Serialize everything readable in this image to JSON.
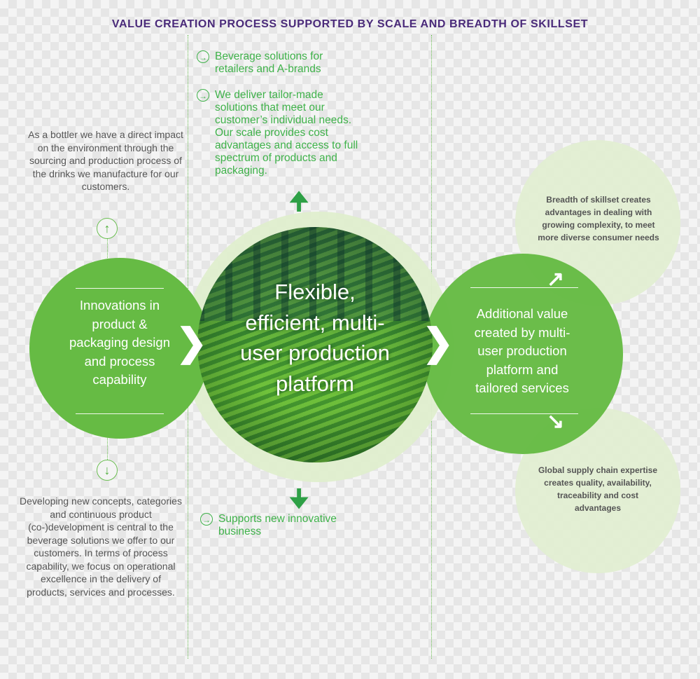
{
  "title": "VALUE CREATION PROCESS SUPPORTED BY SCALE AND BREADTH OF SKILLSET",
  "left": {
    "top_text": "As a bottler we have a direct impact on the environment through the sourcing and production process of the drinks we manufacture for our customers.",
    "circle_text": "Innovations in product & packaging design and process capability",
    "bottom_text": "Developing new concepts, categories and continuous product (co-)development is central to the beverage solutions we offer to our customers. In terms of process capability, we focus on operational excellence in the delivery of products, services and processes."
  },
  "center": {
    "bullet1": "Beverage solutions for retailers and A-brands",
    "bullet2": "We deliver tailor-made solutions that meet our customer’s individual needs. Our scale provides cost advantages and access to full spectrum of products and packaging.",
    "circle_text": "Flexible, efficient, multi-user production platform",
    "bullet3": "Supports new innovative business"
  },
  "right": {
    "circle_text": "Additional value created by multi-user production platform and tailored services",
    "top_bubble": "Breadth of skillset creates advantages in dealing with growing complexity, to meet more diverse consumer needs",
    "bottom_bubble": "Global supply chain expertise creates quality, availability, traceability and cost advantages"
  },
  "colors": {
    "title": "#4a2a7a",
    "green_main": "#66bb44",
    "green_text": "#3fb24a",
    "pale_green": "#e3eed5"
  },
  "icons": [
    "arrow-right-circle-icon",
    "arrow-up-circle-icon",
    "arrow-down-circle-icon",
    "chevron-right-icon",
    "arrow-up-icon",
    "arrow-down-icon",
    "arrow-up-right-icon",
    "arrow-down-right-icon"
  ]
}
